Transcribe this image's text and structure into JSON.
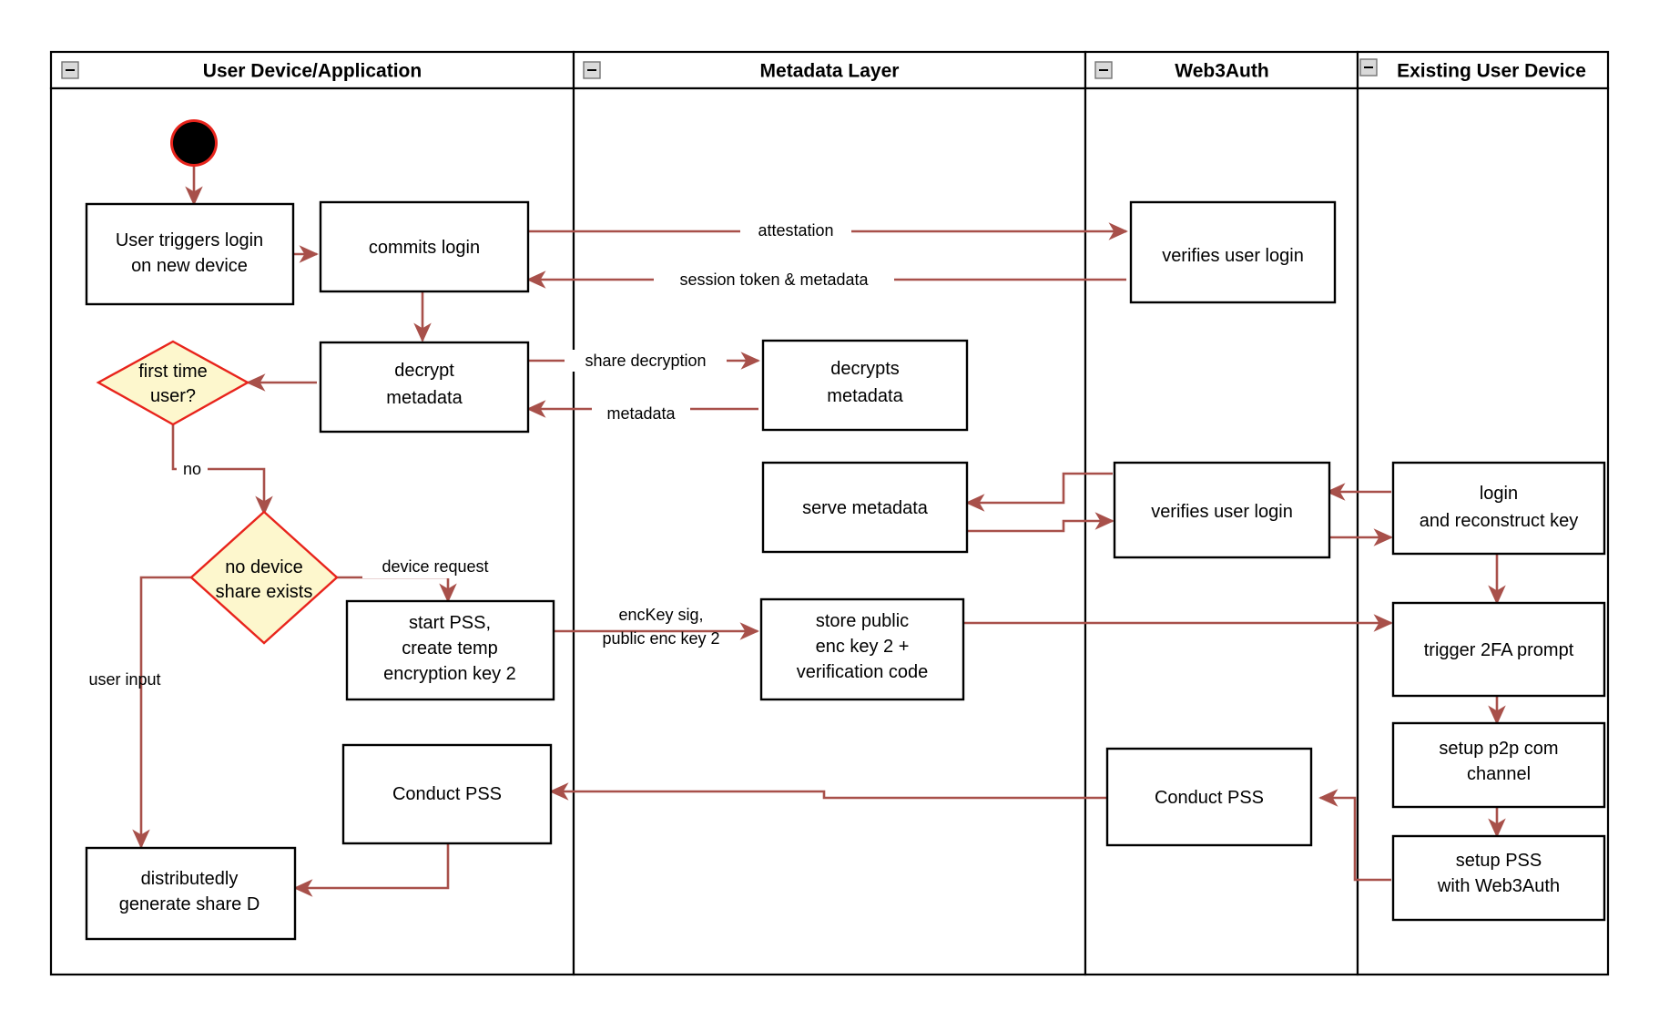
{
  "diagram": {
    "title": "Web3Auth new-device login swimlane flow",
    "colors": {
      "edge": "#a8504a",
      "decision_fill": "#fdf7cd",
      "decision_stroke": "#e8241c",
      "node_stroke": "#000000",
      "lane_stroke": "#000000",
      "start_node": "#000000",
      "background": "#ffffff"
    },
    "lanes": [
      {
        "id": "lane-user-device",
        "label": "User Device/Application",
        "collapse_icon": "minus-icon"
      },
      {
        "id": "lane-metadata",
        "label": "Metadata Layer",
        "collapse_icon": "minus-icon"
      },
      {
        "id": "lane-web3auth",
        "label": "Web3Auth",
        "collapse_icon": "minus-icon"
      },
      {
        "id": "lane-existing-device",
        "label": "Existing User Device",
        "collapse_icon": "minus-icon"
      }
    ],
    "nodes": [
      {
        "id": "start",
        "type": "start",
        "lane": "lane-user-device",
        "label": ""
      },
      {
        "id": "user-triggers-login",
        "type": "process",
        "lane": "lane-user-device",
        "lines": [
          "User triggers login",
          "on new device"
        ]
      },
      {
        "id": "commits-login",
        "type": "process",
        "lane": "lane-user-device",
        "lines": [
          "commits login"
        ]
      },
      {
        "id": "decrypt-metadata",
        "type": "process",
        "lane": "lane-user-device",
        "lines": [
          "decrypt",
          "metadata"
        ]
      },
      {
        "id": "first-time-user",
        "type": "decision",
        "lane": "lane-user-device",
        "lines": [
          "first time",
          "user?"
        ]
      },
      {
        "id": "no-device-share-exists",
        "type": "decision",
        "lane": "lane-user-device",
        "lines": [
          "no device",
          "share exists"
        ]
      },
      {
        "id": "start-pss",
        "type": "process",
        "lane": "lane-user-device",
        "lines": [
          "start PSS,",
          "create temp",
          "encryption key 2"
        ]
      },
      {
        "id": "conduct-pss-user",
        "type": "process",
        "lane": "lane-user-device",
        "lines": [
          "Conduct PSS"
        ]
      },
      {
        "id": "generate-share-d",
        "type": "process",
        "lane": "lane-user-device",
        "lines": [
          "distributedly",
          "generate share D"
        ]
      },
      {
        "id": "decrypts-metadata",
        "type": "process",
        "lane": "lane-metadata",
        "lines": [
          "decrypts",
          "metadata"
        ]
      },
      {
        "id": "serve-metadata",
        "type": "process",
        "lane": "lane-metadata",
        "lines": [
          "serve metadata"
        ]
      },
      {
        "id": "store-public-key",
        "type": "process",
        "lane": "lane-metadata",
        "lines": [
          "store public",
          "enc key 2 +",
          "verification code"
        ]
      },
      {
        "id": "verifies-user-login-1",
        "type": "process",
        "lane": "lane-web3auth",
        "lines": [
          "verifies user login"
        ]
      },
      {
        "id": "verifies-user-login-2",
        "type": "process",
        "lane": "lane-web3auth",
        "lines": [
          "verifies user login"
        ]
      },
      {
        "id": "conduct-pss-web3auth",
        "type": "process",
        "lane": "lane-web3auth",
        "lines": [
          "Conduct PSS"
        ]
      },
      {
        "id": "login-reconstruct-key",
        "type": "process",
        "lane": "lane-existing-device",
        "lines": [
          "login",
          "and reconstruct key"
        ]
      },
      {
        "id": "trigger-2fa",
        "type": "process",
        "lane": "lane-existing-device",
        "lines": [
          "trigger 2FA prompt"
        ]
      },
      {
        "id": "setup-p2p",
        "type": "process",
        "lane": "lane-existing-device",
        "lines": [
          "setup p2p com",
          "channel"
        ]
      },
      {
        "id": "setup-pss-web3auth",
        "type": "process",
        "lane": "lane-existing-device",
        "lines": [
          "setup PSS",
          "with Web3Auth"
        ]
      }
    ],
    "edges": [
      {
        "id": "e-start",
        "from": "start",
        "to": "user-triggers-login",
        "label": ""
      },
      {
        "id": "e-trigger-commits",
        "from": "user-triggers-login",
        "to": "commits-login",
        "label": ""
      },
      {
        "id": "e-attestation",
        "from": "commits-login",
        "to": "verifies-user-login-1",
        "label": "attestation"
      },
      {
        "id": "e-session-token",
        "from": "verifies-user-login-1",
        "to": "commits-login",
        "label": "session token & metadata"
      },
      {
        "id": "e-commits-decrypt",
        "from": "commits-login",
        "to": "decrypt-metadata",
        "label": ""
      },
      {
        "id": "e-share-decryption",
        "from": "decrypt-metadata",
        "to": "decrypts-metadata",
        "label": "share decryption"
      },
      {
        "id": "e-metadata-back",
        "from": "decrypts-metadata",
        "to": "decrypt-metadata",
        "label": "metadata"
      },
      {
        "id": "e-decrypt-firsttime",
        "from": "decrypt-metadata",
        "to": "first-time-user",
        "label": ""
      },
      {
        "id": "e-no",
        "from": "first-time-user",
        "to": "no-device-share-exists",
        "label": "no"
      },
      {
        "id": "e-device-request",
        "from": "no-device-share-exists",
        "to": "start-pss",
        "label": "device request"
      },
      {
        "id": "e-user-input",
        "from": "no-device-share-exists",
        "to": "generate-share-d",
        "label": "user input"
      },
      {
        "id": "e-enckey-sig",
        "from": "start-pss",
        "to": "store-public-key",
        "label": "encKey sig,\npublic enc key 2"
      },
      {
        "id": "e-login-verify",
        "from": "login-reconstruct-key",
        "to": "verifies-user-login-2",
        "label": ""
      },
      {
        "id": "e-verify-serve",
        "from": "verifies-user-login-2",
        "to": "serve-metadata",
        "label": ""
      },
      {
        "id": "e-serve-verify",
        "from": "serve-metadata",
        "to": "verifies-user-login-2",
        "label": ""
      },
      {
        "id": "e-verify-login",
        "from": "verifies-user-login-2",
        "to": "login-reconstruct-key",
        "label": ""
      },
      {
        "id": "e-login-2fa",
        "from": "login-reconstruct-key",
        "to": "trigger-2fa",
        "label": ""
      },
      {
        "id": "e-store-2fa",
        "from": "store-public-key",
        "to": "trigger-2fa",
        "label": ""
      },
      {
        "id": "e-2fa-p2p",
        "from": "trigger-2fa",
        "to": "setup-p2p",
        "label": ""
      },
      {
        "id": "e-p2p-setuppss",
        "from": "setup-p2p",
        "to": "setup-pss-web3auth",
        "label": ""
      },
      {
        "id": "e-setuppss-conduct",
        "from": "setup-pss-web3auth",
        "to": "conduct-pss-web3auth",
        "label": ""
      },
      {
        "id": "e-conduct-conduct",
        "from": "conduct-pss-web3auth",
        "to": "conduct-pss-user",
        "label": ""
      },
      {
        "id": "e-conduct-generate",
        "from": "conduct-pss-user",
        "to": "generate-share-d",
        "label": ""
      }
    ],
    "edge_labels": {
      "attestation": "attestation",
      "session_token": "session token & metadata",
      "share_decryption": "share decryption",
      "metadata": "metadata",
      "no": "no",
      "device_request": "device request",
      "user_input": "user input",
      "enckey_line1": "encKey sig,",
      "enckey_line2": "public enc key 2"
    }
  }
}
